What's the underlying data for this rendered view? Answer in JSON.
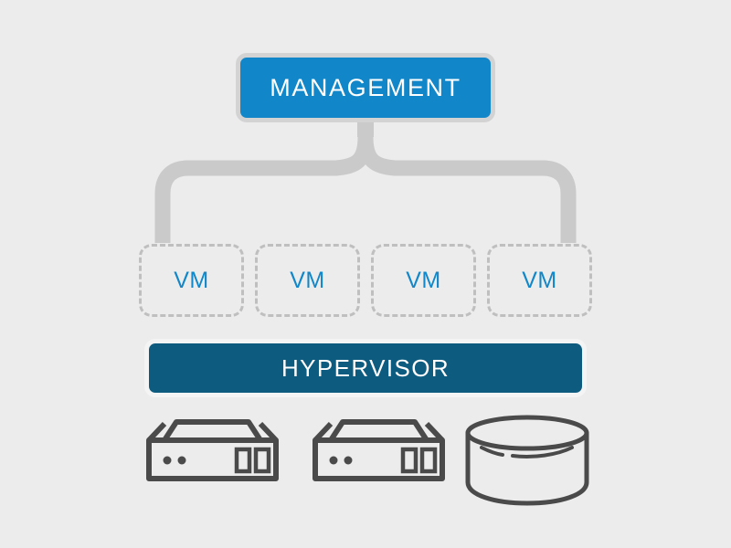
{
  "diagram": {
    "title": "Virtualization Stack",
    "background_color": "#ececec",
    "accent_blue": "#1187c9",
    "hypervisor_color": "#0d5c80",
    "connector_color": "#cacaca",
    "outline_gray": "#d3d3d3",
    "icon_stroke": "#4a4a4a",
    "vm_border_color": "#bfbfbf"
  },
  "management": {
    "label": "MANAGEMENT"
  },
  "connector": {
    "name": "management-to-vm-brace",
    "branches": 2
  },
  "vms": [
    {
      "label": "VM"
    },
    {
      "label": "VM"
    },
    {
      "label": "VM"
    },
    {
      "label": "VM"
    }
  ],
  "hypervisor": {
    "label": "HYPERVISOR"
  },
  "hardware": [
    {
      "icon": "server-icon",
      "label": ""
    },
    {
      "icon": "server-icon",
      "label": ""
    },
    {
      "icon": "storage-cylinder-icon",
      "label": ""
    }
  ]
}
